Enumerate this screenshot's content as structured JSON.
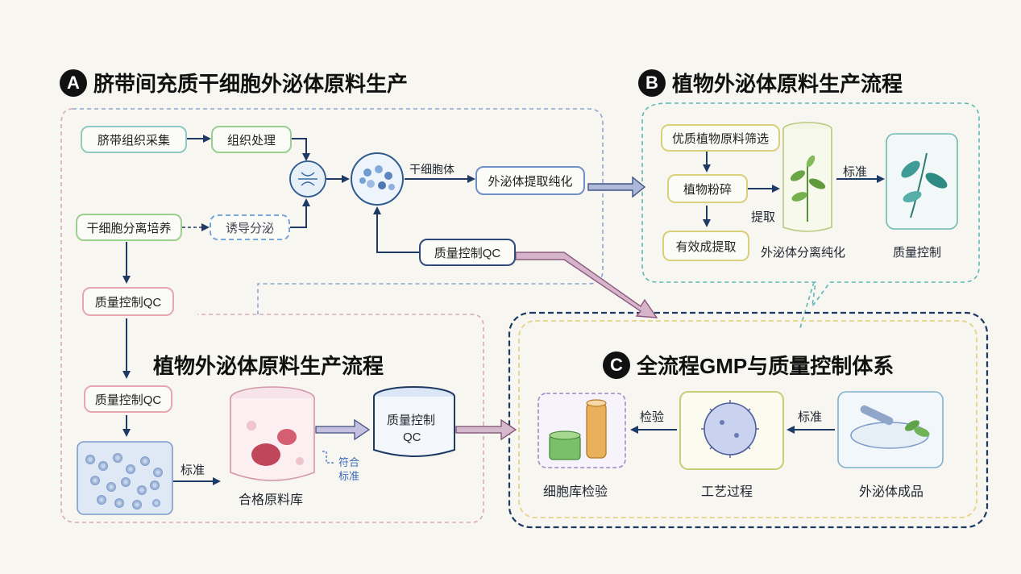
{
  "section_a": {
    "badge": "A",
    "title": "脐带间充质干细胞外泌体原料生产",
    "umbilical_collection": "脐带组织采集",
    "tissue_processing": "组织处理",
    "stem_cell_culture": "干细胞分离培养",
    "induced_secretion": "诱导分泌",
    "stem_cell_label": "干细胞体",
    "extraction_purification": "外泌体提取纯化",
    "qc_loop": "质量控制QC",
    "qc_left_1": "质量控制QC",
    "qc_left_2": "质量控制QC"
  },
  "section_b": {
    "badge": "B",
    "title": "植物外泌体原料生产流程",
    "raw_selection": "优质植物原料筛选",
    "crushing": "植物粉碎",
    "effective_extraction": "有效成提取",
    "extraction_label": "提取",
    "separation_purification": "外泌体分离纯化",
    "standard_label": "标准",
    "quality_control": "质量控制"
  },
  "section_lower": {
    "title": "植物外泌体原料生产流程",
    "standard_label": "标准",
    "qualified_library": "合格原料库",
    "tank_label_1": "质量控制",
    "tank_label_2": "QC",
    "conform_1": "符合",
    "conform_2": "标准"
  },
  "section_c": {
    "badge": "C",
    "title": "全流程GMP与质量控制体系",
    "cell_bank_test": "细胞库检验",
    "process": "工艺过程",
    "finished_product": "外泌体成品",
    "inspect_label": "检验",
    "standard_label": "标准"
  },
  "colors": {
    "navy": "#1d3a64",
    "teal": "#5db7b5",
    "pink": "#e7a6b2",
    "green": "#a4c76a",
    "purple": "#9b8bc6",
    "yellow": "#e9d58a",
    "olive": "#c2cf72"
  }
}
